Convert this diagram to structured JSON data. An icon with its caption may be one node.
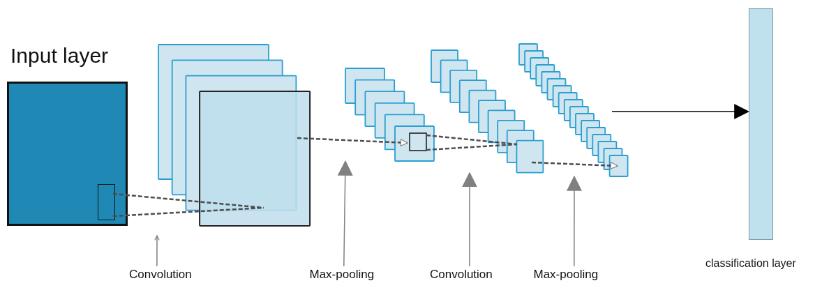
{
  "diagram": {
    "nodes": [
      {
        "text": [
          "Input layer"
        ]
      },
      {
        "text": [],
        "shape": "box"
      },
      {
        "text": [],
        "shape": "box"
      },
      {
        "text": [],
        "shape": "box"
      },
      {
        "text": [],
        "shape": "box"
      },
      {
        "text": [
          "classification layer"
        ]
      },
      {
        "text": [
          "Convolution"
        ]
      },
      {
        "text": [
          "Max-pooling"
        ]
      },
      {
        "text": [
          "Convolution"
        ]
      },
      {
        "text": [
          "Max-pooling"
        ]
      }
    ],
    "edges": [
      {
        "from": 0,
        "to": 1,
        "arrow": "none",
        "style": "dashed",
        "color": "#4d4d4d"
      },
      {
        "from": 1,
        "to": 2,
        "arrow": "to",
        "style": "dashed",
        "color": "#4d4d4d"
      },
      {
        "from": 2,
        "to": 3,
        "arrow": "none",
        "style": "dashed",
        "color": "#4d4d4d"
      },
      {
        "from": 3,
        "to": 4,
        "arrow": "to",
        "style": "dashed",
        "color": "#4d4d4d"
      },
      {
        "from": 4,
        "to": 5,
        "arrow": "to",
        "color": "#000000"
      },
      {
        "from": 6,
        "to": null,
        "arrow": "to"
      },
      {
        "from": 7,
        "to": 2,
        "arrow": "to"
      },
      {
        "from": 8,
        "to": 3,
        "arrow": "to"
      },
      {
        "from": 9,
        "to": 4,
        "arrow": "to"
      }
    ]
  }
}
